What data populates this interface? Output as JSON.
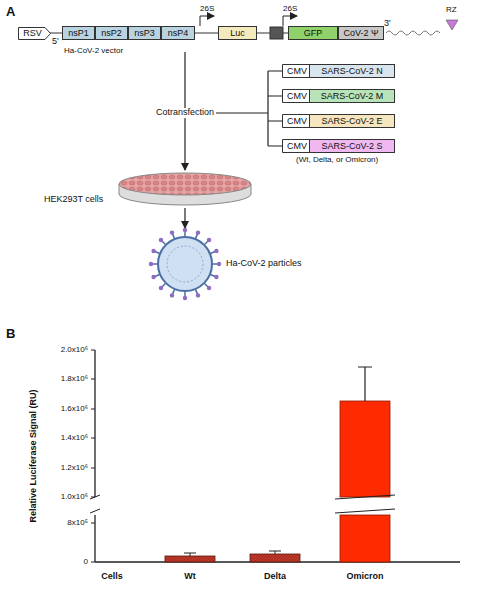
{
  "diagram": {
    "nodes": [
      {
        "text": [
          "RSV"
        ]
      },
      {
        "text": [
          "nsP1"
        ]
      },
      {
        "text": [
          "nsP2"
        ]
      },
      {
        "text": [
          "nsP3"
        ]
      },
      {
        "text": [
          "nsP4"
        ]
      },
      {
        "text": [
          "Luc"
        ]
      },
      {
        "text": [
          "GFP"
        ]
      },
      {
        "text": [
          "CoV-2 Ψ"
        ]
      },
      {
        "text": [
          "CMV"
        ]
      },
      {
        "text": [
          "SARS-CoV-2 N"
        ]
      },
      {
        "text": [
          "CMV"
        ]
      },
      {
        "text": [
          "SARS-CoV-2 M"
        ]
      },
      {
        "text": [
          "CMV"
        ]
      },
      {
        "text": [
          "SARS-CoV-2 E"
        ]
      },
      {
        "text": [
          "CMV"
        ]
      },
      {
        "text": [
          "SARS-CoV-2 S"
        ]
      }
    ],
    "labels": [
      "A",
      "B",
      "5'",
      "3'",
      "26S",
      "26S",
      "RZ",
      "Ha-CoV-2 vector",
      "Cotransfection",
      "(Wt, Delta, or Omicron)",
      "HEK293T cells",
      "Ha-CoV-2 particles",
      "2.0x10⁶",
      "1.8x10⁶",
      "1.6x10⁶",
      "1.4x10⁶",
      "1.2x10⁶",
      "1.0x10⁶",
      "8x10⁵",
      "0",
      "Relative Luciferase Signal (RU)",
      "Cells",
      "Wt",
      "Delta",
      "Omicron"
    ]
  }
}
